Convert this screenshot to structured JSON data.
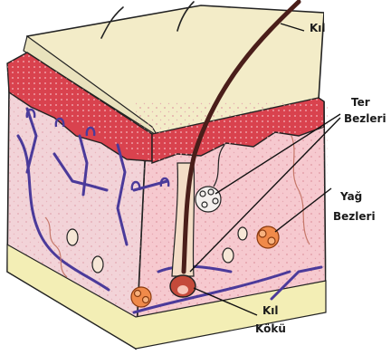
{
  "labels": {
    "hair": "Kıl",
    "sweat_glands_1": "Ter",
    "sweat_glands_2": "Bezleri",
    "sebaceous_glands_1": "Yağ",
    "sebaceous_glands_2": "Bezleri",
    "hair_root_1": "Kıl",
    "hair_root_2": "Kökü"
  },
  "colors": {
    "epidermis_top": "#f3ecc8",
    "epidermis_layer": "#d9424e",
    "dermis": "#f6c9cf",
    "left_face": "#f2d3d8",
    "subcutis": "#f3eeb5",
    "vessels": "#4b3a9a",
    "hair": "#4a1e1a",
    "outline": "#222222"
  }
}
